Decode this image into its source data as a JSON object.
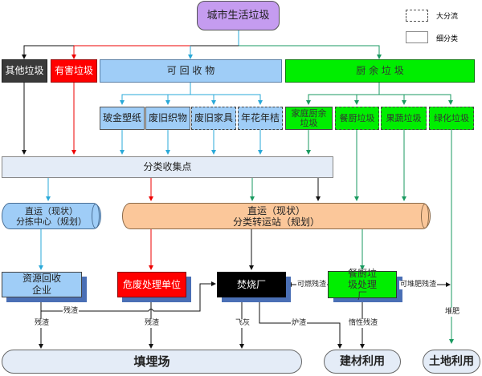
{
  "title": "城市生活垃圾",
  "legend": {
    "dashed_label": "大分流",
    "solid_label": "细分类"
  },
  "categories": {
    "other": "其他垃圾",
    "hazardous": "有害垃圾",
    "recyclable": "可 回 收 物",
    "kitchen": "厨 余 垃 圾"
  },
  "recyclable_items": [
    "玻金塑纸",
    "废旧织物",
    "废旧家具",
    "年花年桔"
  ],
  "kitchen_items": [
    "家庭厨余垃圾",
    "餐厨垃圾",
    "果蔬垃圾",
    "绿化垃圾"
  ],
  "collection_point": "分类收集点",
  "sorting_center": {
    "line1": "直运（现状）",
    "line2": "分拣中心（规划）"
  },
  "transfer_station": {
    "line1": "直运（现状）",
    "line2": "分类转运站（规划）"
  },
  "facilities": {
    "recycling_enterprise": "资源回收企业",
    "hazardous_unit": "危废处理单位",
    "incinerator": "焚烧厂",
    "kitchen_plant": "餐厨垃圾处理厂"
  },
  "destinations": {
    "landfill": "填埋场",
    "building_materials": "建材利用",
    "land_use": "土地利用"
  },
  "flow_labels": {
    "residue": "残渣",
    "combustible_residue": "可燃残渣",
    "compostable_residue": "可堆肥残渣",
    "fly_ash": "飞灰",
    "slag": "炉渣",
    "inert_residue": "惰性残渣",
    "compost": "堆肥"
  },
  "colors": {
    "title_fill": "#c59cf0",
    "other_fill": "#3a3a3a",
    "hazard_fill": "#ff0000",
    "recycle_fill": "#9fcdf7",
    "kitchen_fill": "#00ee00",
    "collect_fill": "#e4ecf7",
    "station_fill": "#fbc79a",
    "incinerator_fill": "#000000"
  }
}
